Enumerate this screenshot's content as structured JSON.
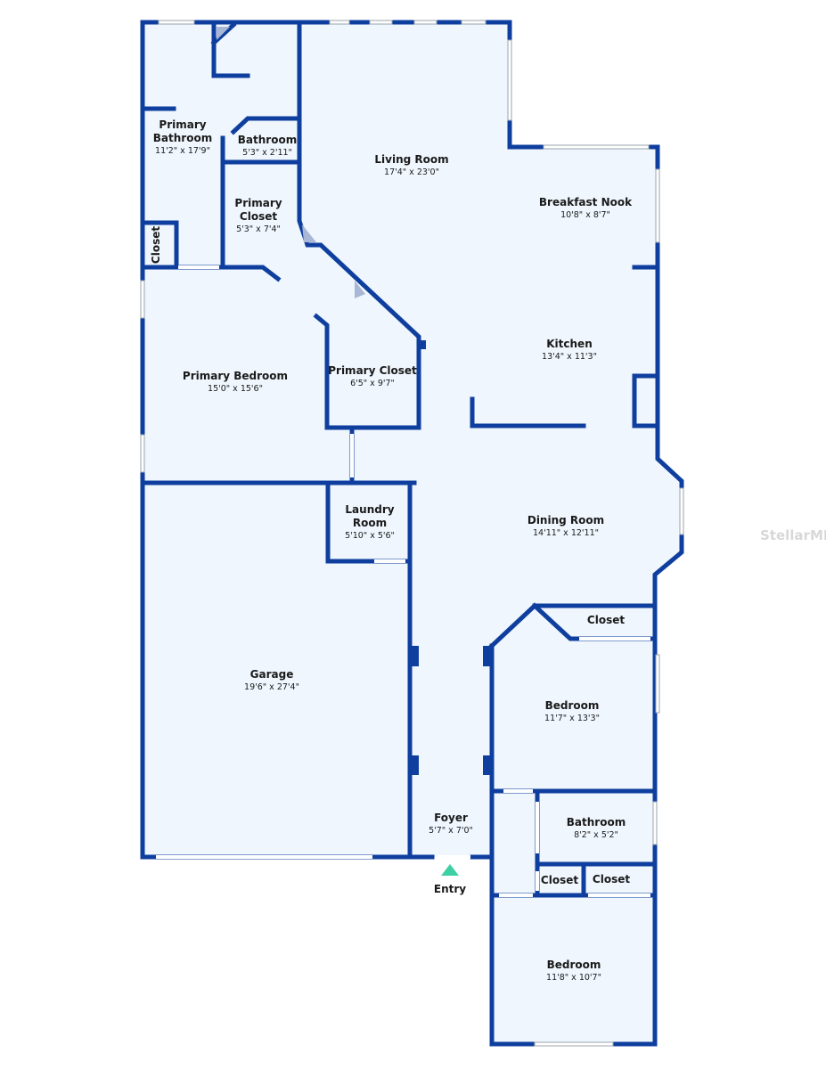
{
  "colors": {
    "wall": "#0f3f9e",
    "floor": "#eff6fd",
    "entry_marker": "#3ecfa5"
  },
  "rooms": [
    {
      "name": "Primary",
      "name2": "Bathroom",
      "dims": "11'2\" x 17'9\""
    },
    {
      "name": "Bathroom",
      "dims": "5'3\" x 2'11\""
    },
    {
      "name": "Living Room",
      "dims": "17'4\" x 23'0\""
    },
    {
      "name": "Primary",
      "name2": "Closet",
      "dims": "5'3\" x 7'4\""
    },
    {
      "name": "Closet"
    },
    {
      "name": "Breakfast Nook",
      "dims": "10'8\" x 8'7\""
    },
    {
      "name": "Kitchen",
      "dims": "13'4\" x 11'3\""
    },
    {
      "name": "Primary Bedroom",
      "dims": "15'0\" x 15'6\""
    },
    {
      "name": "Primary Closet",
      "dims": "6'5\" x 9'7\""
    },
    {
      "name": "Laundry",
      "name2": "Room",
      "dims": "5'10\" x 5'6\""
    },
    {
      "name": "Dining Room",
      "dims": "14'11\" x 12'11\""
    },
    {
      "name": "Garage",
      "dims": "19'6\" x 27'4\""
    },
    {
      "name": "Closet"
    },
    {
      "name": "Bedroom",
      "dims": "11'7\" x 13'3\""
    },
    {
      "name": "Foyer",
      "dims": "5'7\" x 7'0\""
    },
    {
      "name": "Bathroom",
      "dims": "8'2\" x 5'2\""
    },
    {
      "name": "Closet"
    },
    {
      "name": "Closet"
    },
    {
      "name": "Bedroom",
      "dims": "11'8\" x 10'7\""
    }
  ],
  "entry_label": "Entry",
  "watermark": "StellarMLS"
}
